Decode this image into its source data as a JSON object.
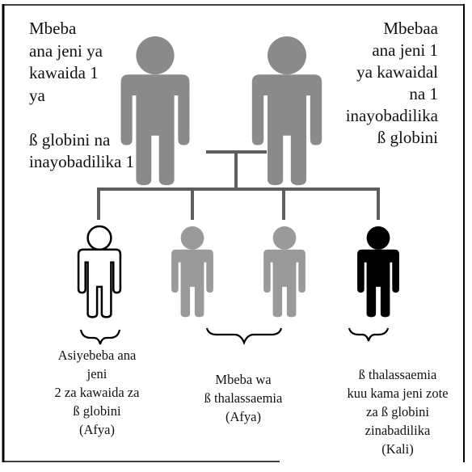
{
  "parents": {
    "left": {
      "label": "Mbeba\nana jeni ya\nkawaida 1\nya\n\nß globini na\ninayobadilika 1",
      "color": "#8a8a8a"
    },
    "right": {
      "label": "Mbebaa\nana jeni 1\nya kawaidal\nna 1\ninayobadilika\nß globini",
      "color": "#8a8a8a"
    }
  },
  "children": [
    {
      "caption": "Asiyebeba ana\njeni\n2 za kawaida za\nß globini\n(Afya)",
      "style": "outline",
      "color": "#ffffff"
    },
    {
      "caption": "Mbeba wa\nß thalassaemia\n(Afya)",
      "style": "grey",
      "color": "#9a9a9a"
    },
    {
      "caption": "ß thalassaemia\nkuu kama jeni zote\nza ß globini\nzinabadilika\n(Kali)",
      "style": "black",
      "color": "#000000"
    }
  ],
  "colors": {
    "line": "#5e5e5e",
    "border": "#000000"
  }
}
